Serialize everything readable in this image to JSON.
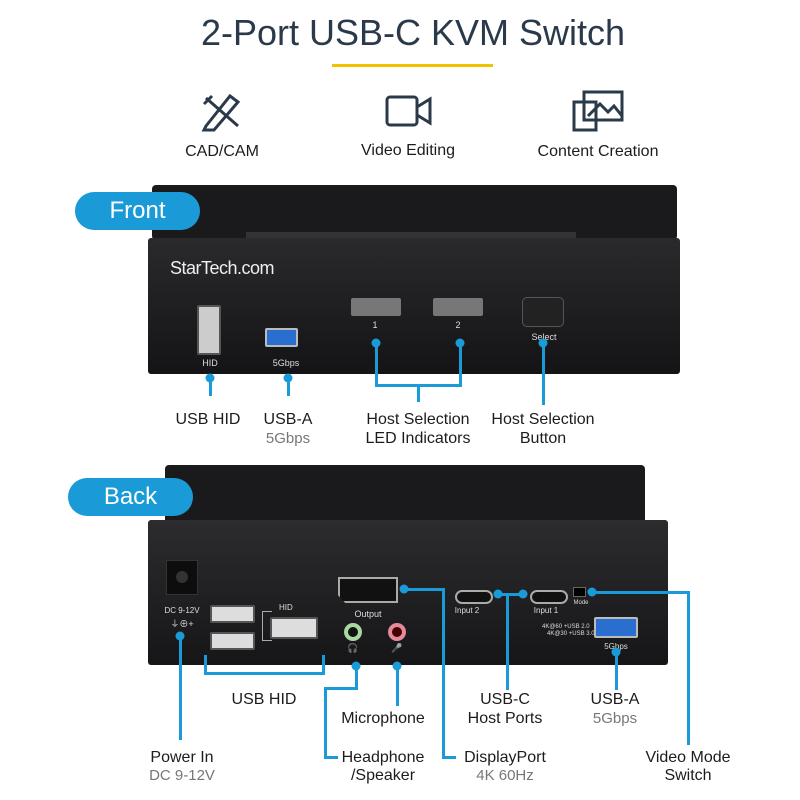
{
  "title": "2-Port USB-C KVM Switch",
  "colors": {
    "accent": "#1a9ad6",
    "underline": "#f2c200"
  },
  "features": [
    {
      "icon": "pencil-ruler-icon",
      "label": "CAD/CAM"
    },
    {
      "icon": "video-camera-icon",
      "label": "Video Editing"
    },
    {
      "icon": "images-icon",
      "label": "Content Creation"
    }
  ],
  "front": {
    "tag": "Front",
    "brand": "StarTech.com",
    "hid_port": "HID",
    "usba_port": "5Gbps",
    "led1": "1",
    "led2": "2",
    "select": "Select",
    "callouts": {
      "usb_hid": "USB HID",
      "usba": "USB-A",
      "usba_sub": "5Gbps",
      "leds_1": "Host Selection",
      "leds_2": "LED Indicators",
      "btn_1": "Host Selection",
      "btn_2": "Button"
    }
  },
  "back": {
    "tag": "Back",
    "dc": "DC 9-12V",
    "dc_symbol": "⏚⊕+",
    "hid": "HID",
    "output": "Output",
    "input2": "Input 2",
    "input1": "Input 1",
    "mode": "Mode",
    "mode_opt1": "4K@60 +USB 2.0",
    "mode_opt2": "4K@30 +USB 3.0",
    "usba_port": "5Gbps",
    "callouts": {
      "power": "Power In",
      "power_sub": "DC 9-12V",
      "usb_hid": "USB HID",
      "mic": "Microphone",
      "head_1": "Headphone",
      "head_2": "/Speaker",
      "dp": "DisplayPort",
      "dp_sub": "4K 60Hz",
      "usbc_1": "USB-C",
      "usbc_2": "Host Ports",
      "usba": "USB-A",
      "usba_sub": "5Gbps",
      "vm_1": "Video Mode",
      "vm_2": "Switch"
    }
  }
}
